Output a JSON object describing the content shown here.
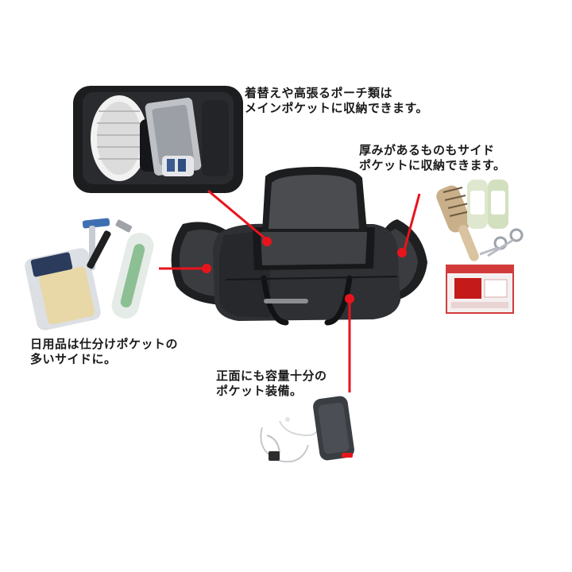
{
  "captions": {
    "main_pocket": {
      "line1": "着替えや高張るポーチ類は",
      "line2": "メインポケットに収納できます。"
    },
    "side_pocket_right": {
      "line1": "厚みがあるものもサイド",
      "line2": "ポケットに収納できます。"
    },
    "side_pocket_left": {
      "line1": "日用品は仕分けポケットの",
      "line2": "多いサイドに。"
    },
    "front_pocket": {
      "line1": "正面にも容量十分の",
      "line2": "ポケット装備。"
    }
  },
  "colors": {
    "accent_line": "#e8141c",
    "bag_body": "#2e3033",
    "bag_dark": "#1b1c1e",
    "lining": "#4a4c50"
  },
  "icons": [
    "duffel-bag-icon",
    "open-main-compartment-icon",
    "shampoo-bottle-icon",
    "razor-icon",
    "toothbrush-case-icon",
    "hair-brush-icon",
    "lotion-bottle-icon",
    "scissors-icon",
    "medicine-box-icon",
    "earphones-icon",
    "phone-case-icon"
  ]
}
